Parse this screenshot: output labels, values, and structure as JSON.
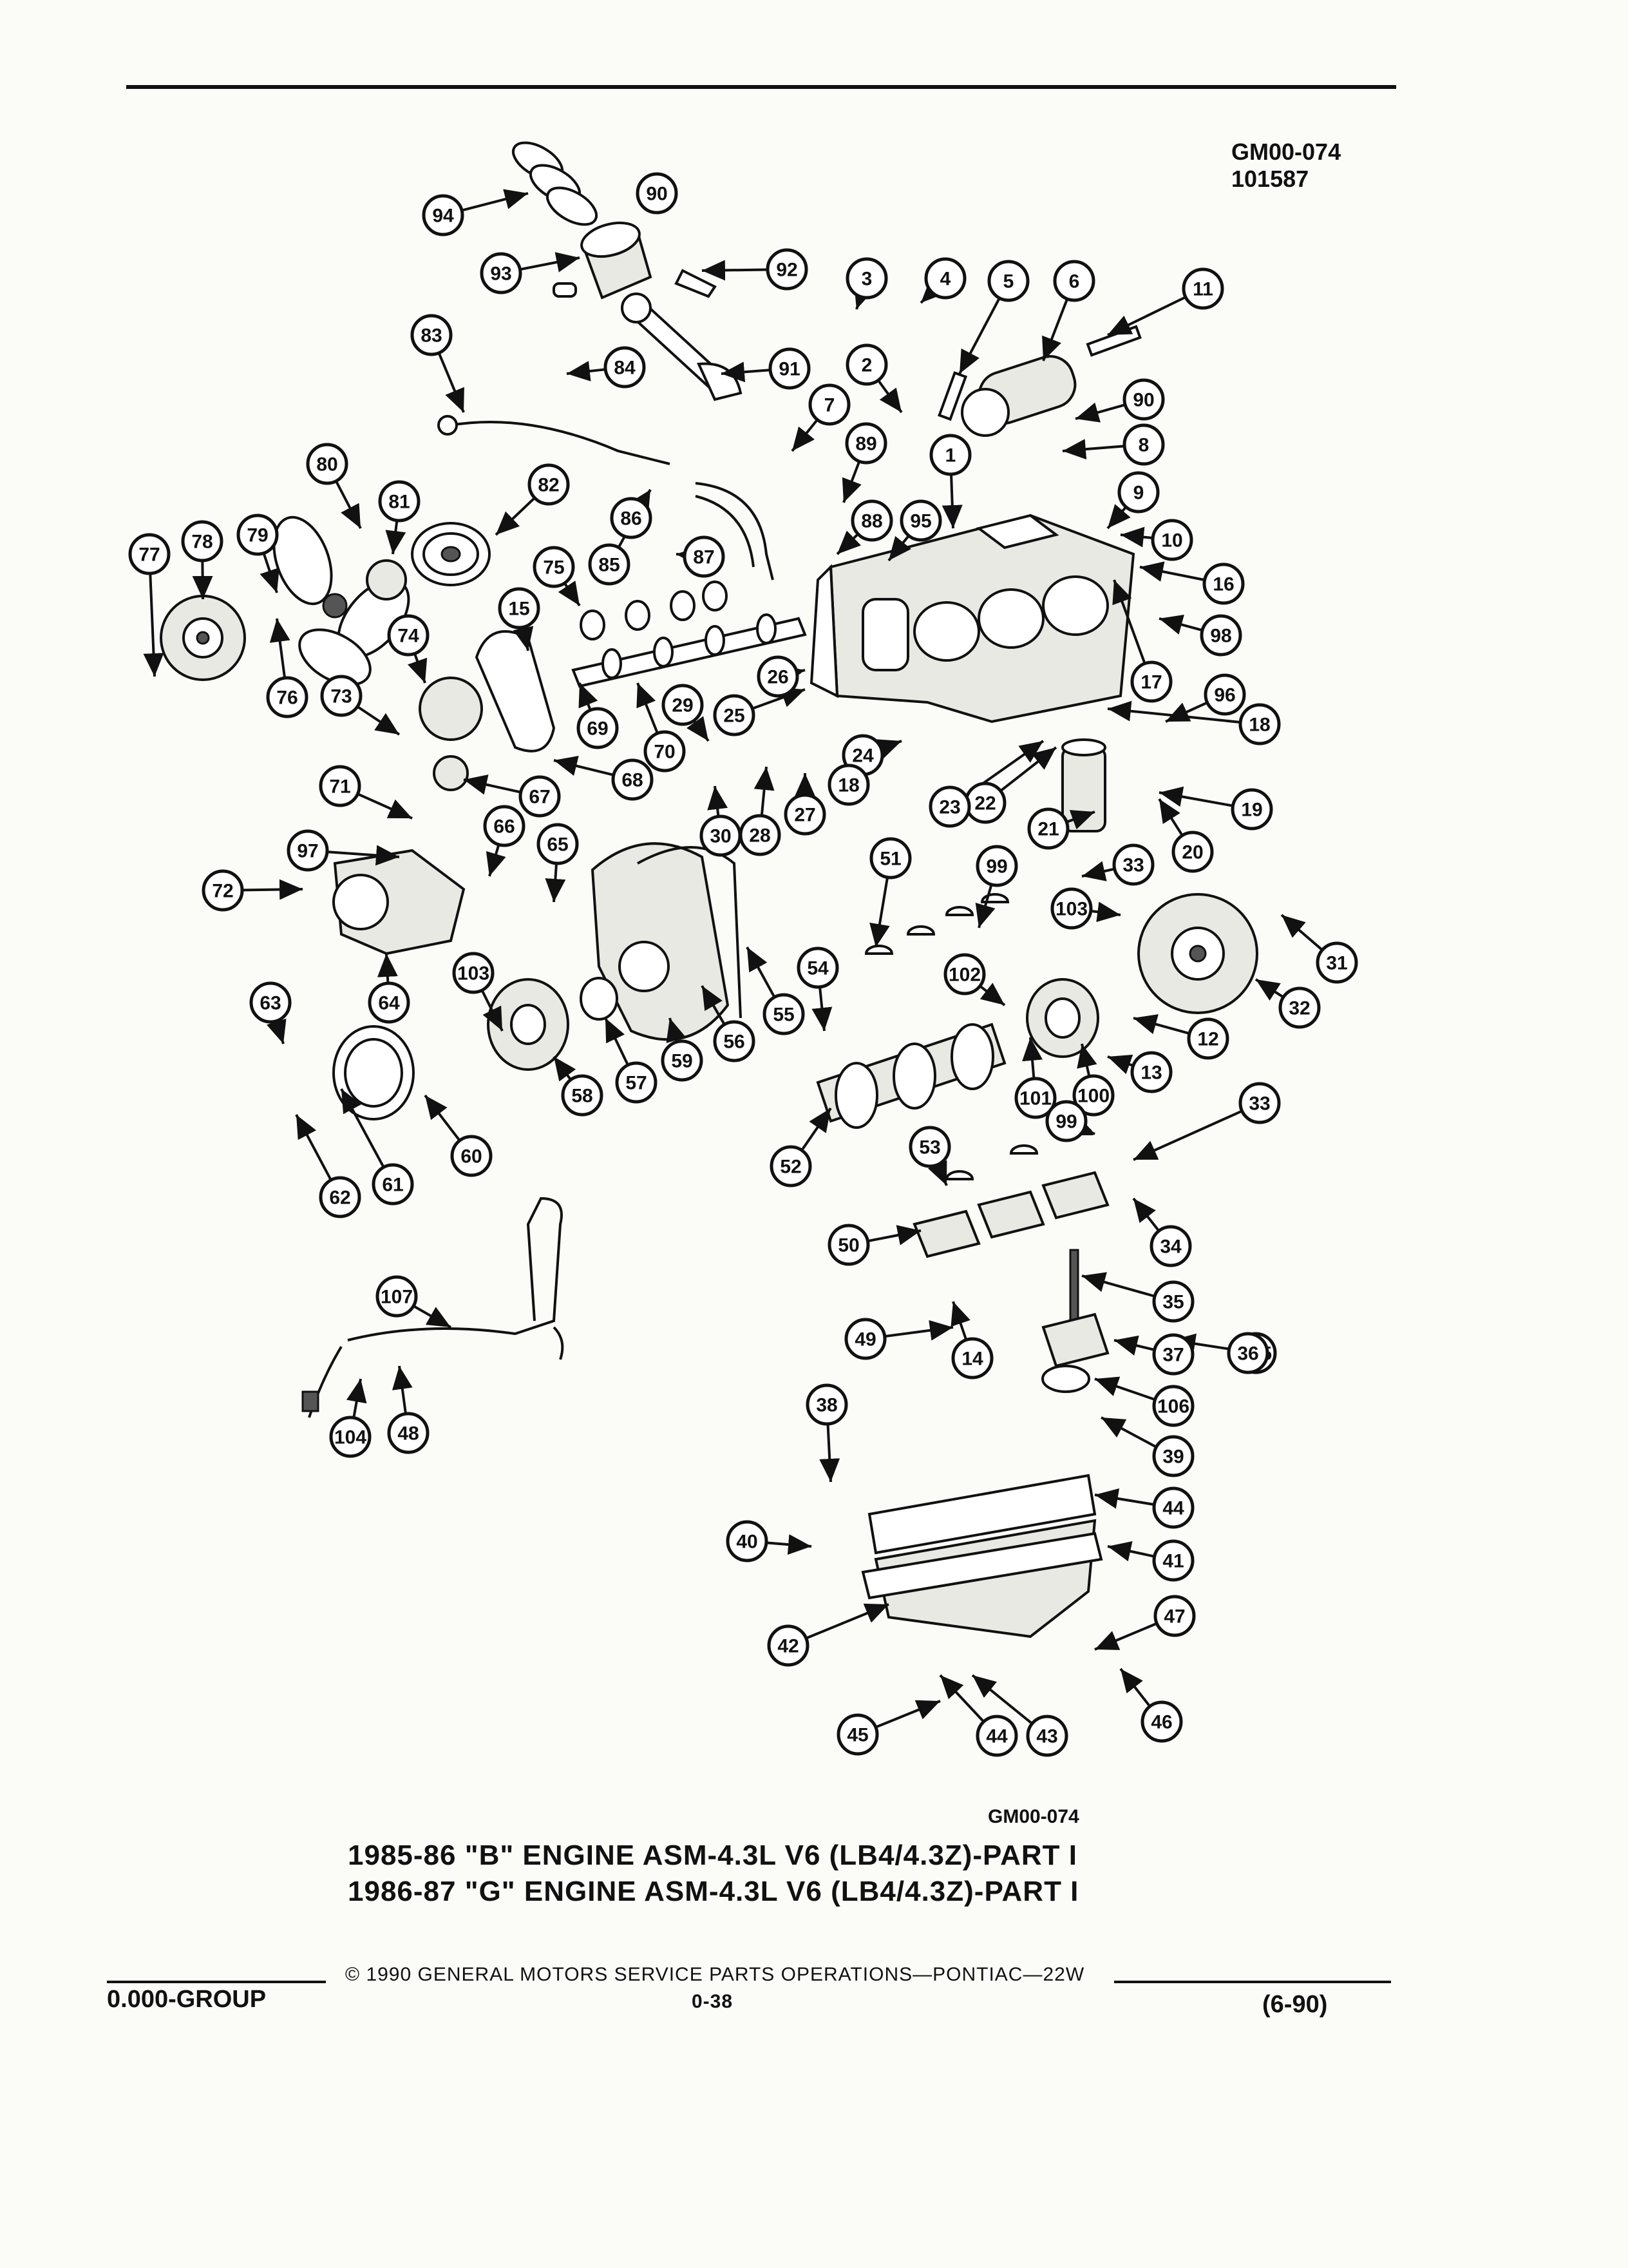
{
  "page": {
    "code_top": "GM00-074",
    "code_date": "101587",
    "code_bottom": "GM00-074",
    "title_line1": "1985-86 \"B\" ENGINE ASM-4.3L V6 (LB4/4.3Z)-PART I",
    "title_line2": "1986-87 \"G\" ENGINE ASM-4.3L V6 (LB4/4.3Z)-PART I",
    "copyright": "© 1990 GENERAL MOTORS SERVICE PARTS OPERATIONS—PONTIAC—22W",
    "page_number": "0-38",
    "group": "0.000-GROUP",
    "revision": "(6-90)"
  },
  "callouts": [
    "94",
    "90",
    "93",
    "92",
    "3",
    "4",
    "5",
    "6",
    "11",
    "83",
    "84",
    "91",
    "2",
    "7",
    "90",
    "89",
    "8",
    "80",
    "1",
    "82",
    "81",
    "86",
    "85",
    "88",
    "95",
    "9",
    "87",
    "10",
    "78",
    "79",
    "75",
    "77",
    "16",
    "15",
    "98",
    "74",
    "26",
    "17",
    "69",
    "73",
    "76",
    "96",
    "29",
    "25",
    "70",
    "18",
    "24",
    "68",
    "27",
    "71",
    "22",
    "23",
    "18",
    "67",
    "97",
    "66",
    "65",
    "21",
    "19",
    "30",
    "28",
    "20",
    "72",
    "33",
    "99",
    "51",
    "103",
    "31",
    "64",
    "54",
    "102",
    "63",
    "32",
    "12",
    "58",
    "59",
    "103",
    "55",
    "56",
    "57",
    "101",
    "100",
    "13",
    "60",
    "61",
    "52",
    "62",
    "33",
    "53",
    "99",
    "34",
    "50",
    "35",
    "107",
    "105",
    "36",
    "49",
    "14",
    "37",
    "106",
    "104",
    "48",
    "38",
    "39",
    "44",
    "40",
    "41",
    "47",
    "42",
    "46",
    "45",
    "44",
    "43"
  ]
}
